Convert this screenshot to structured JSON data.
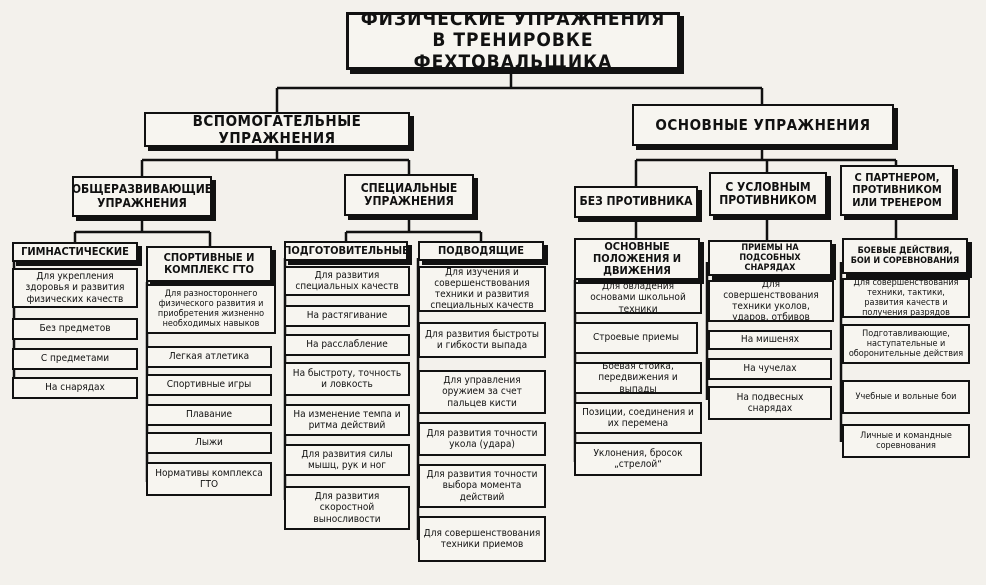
{
  "diagram": {
    "title": "ФИЗИЧЕСКИЕ УПРАЖНЕНИЯ В ТРЕНИРОВКЕ ФЕХТОВАЛЬЩИКА",
    "auxiliary": {
      "label": "ВСПОМОГАТЕЛЬНЫЕ УПРАЖНЕНИЯ",
      "general": {
        "label": "ОБЩЕРАЗВИВАЮЩИЕ УПРАЖНЕНИЯ",
        "gymnastic": {
          "label": "ГИМНАСТИЧЕСКИЕ",
          "items": [
            "Для укрепления здоровья и развития физических качеств",
            "Без предметов",
            "С предметами",
            "На снарядах"
          ]
        },
        "sport": {
          "label": "СПОРТИВНЫЕ И КОМПЛЕКС ГТО",
          "items": [
            "Для разностороннего физического развития и приобретения жизненно необходимых навыков",
            "Легкая атлетика",
            "Спортивные игры",
            "Плавание",
            "Лыжи",
            "Нормативы комплекса ГТО"
          ]
        }
      },
      "special": {
        "label": "СПЕЦИАЛЬНЫЕ УПРАЖНЕНИЯ",
        "preparatory": {
          "label": "ПОДГОТОВИТЕЛЬНЫЕ",
          "items": [
            "Для развития специальных качеств",
            "На растягивание",
            "На расслабление",
            "На быстроту, точность и ловкость",
            "На изменение темпа и ритма действий",
            "Для развития силы мышц, рук и ног",
            "Для развития скоростной выносливости"
          ]
        },
        "leading": {
          "label": "ПОДВОДЯЩИЕ",
          "items": [
            "Для изучения и совершенствования техники и развития специальных качеств",
            "Для развития быстроты и гибкости выпада",
            "Для управления оружием за счет пальцев кисти",
            "Для развития точности укола (удара)",
            "Для развития точности выбора момента действий",
            "Для совершенствования техники приемов"
          ]
        }
      }
    },
    "main": {
      "label": "ОСНОВНЫЕ УПРАЖНЕНИЯ",
      "no_opponent": {
        "label": "БЕЗ ПРОТИВНИКА",
        "sub": {
          "label": "ОСНОВНЫЕ ПОЛОЖЕНИЯ И ДВИЖЕНИЯ",
          "items": [
            "Для овладения основами школьной техники",
            "Строевые приемы",
            "Боевая стойка, передвижения и выпады",
            "Позиции, соединения и их перемена",
            "Уклонения, бросок „стрелой“"
          ]
        }
      },
      "conditional": {
        "label": "С УСЛОВНЫМ ПРОТИВНИКОМ",
        "sub": {
          "label": "ПРИЕМЫ НА ПОДСОБНЫХ СНАРЯДАХ",
          "items": [
            "Для совершенствования техники уколов, ударов, отбивов",
            "На мишенях",
            "На чучелах",
            "На подвесных снарядах"
          ]
        }
      },
      "partner": {
        "label": "С ПАРТНЕРОМ, ПРОТИВНИКОМ ИЛИ ТРЕНЕРОМ",
        "sub": {
          "label": "БОЕВЫЕ ДЕЙСТВИЯ, БОИ И СОРЕВНОВАНИЯ",
          "items": [
            "Для совершенствования техники, тактики, развития качеств и получения разрядов",
            "Подготавливающие, наступательные и оборонительные действия",
            "Учебные и вольные бои",
            "Личные и командные соревнования"
          ]
        }
      }
    }
  }
}
